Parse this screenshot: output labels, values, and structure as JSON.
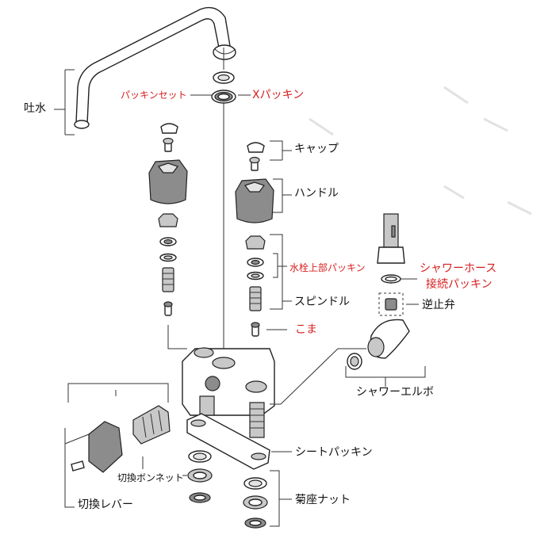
{
  "labels": {
    "spout": "吐水",
    "packing_set": "パッキンセット",
    "x_packing": "Xパッキン",
    "cap": "キャップ",
    "handle": "ハンドル",
    "valve_top_packing": "水栓上部パッキン",
    "shower_hose_packing_line1": "シャワーホース",
    "shower_hose_packing_line2": "接続パッキン",
    "spindle": "スピンドル",
    "check_valve": "逆止弁",
    "koma": "こま",
    "shower_elbow": "シャワーエルボ",
    "seat_packing": "シートパッキン",
    "switch_bonnet": "切換ボンネット",
    "lock_nut": "菊座ナット",
    "switch_lever": "切換レバー"
  },
  "colors": {
    "label_black": "#111111",
    "label_red": "#d81e1e",
    "line": "#333333"
  }
}
